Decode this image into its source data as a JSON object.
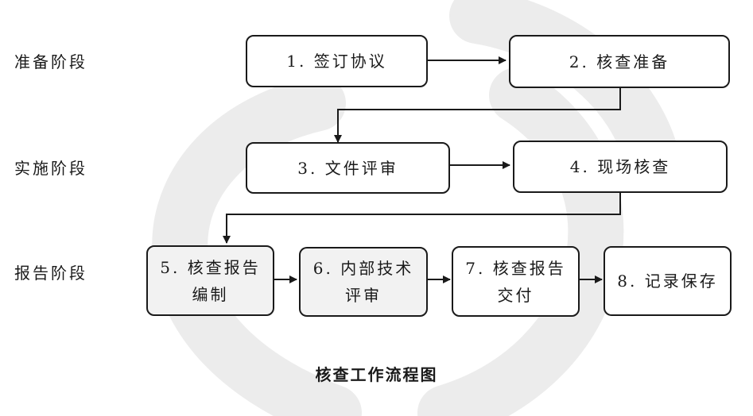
{
  "phases": {
    "prep": "准备阶段",
    "impl": "实施阶段",
    "report": "报告阶段"
  },
  "steps": {
    "s1": "1. 签订协议",
    "s2": "2. 核查准备",
    "s3": "3. 文件评审",
    "s4": "4. 现场核查",
    "s5": "5. 核查报告\n编制",
    "s6": "6. 内部技术\n评审",
    "s7": "7. 核查报告\n交付",
    "s8": "8. 记录保存"
  },
  "caption": "核查工作流程图",
  "colors": {
    "line": "#1a1a1a",
    "box_fill_gray": "#f2f2f2",
    "watermark": "#ececec"
  }
}
